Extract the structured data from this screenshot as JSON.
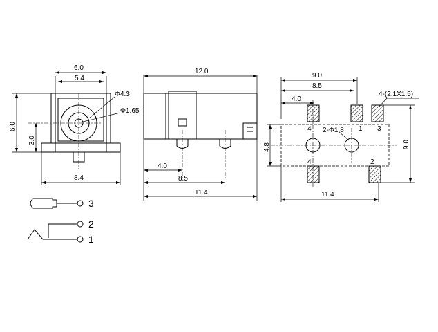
{
  "front_view": {
    "dims": {
      "width_top": "6.0",
      "width_inner": "5.4",
      "hole_outer": "Φ4.3",
      "hole_inner": "Φ1.65",
      "height": "6.0",
      "center_height": "3.0",
      "base_width": "8.4"
    }
  },
  "side_view": {
    "dims": {
      "length": "12.0",
      "pin1_offset": "4.0",
      "pin2_offset": "8.5",
      "base_length": "11.4"
    }
  },
  "footprint": {
    "dims": {
      "span_9": "9.0",
      "span_8_5": "8.5",
      "span_4": "4.0",
      "pad_size": "4-(2.1X1.5)",
      "holes": "2-Φ1.8",
      "height_4_8": "4.8",
      "height_9": "9.0",
      "width_11_4": "11.4"
    },
    "pad_labels": [
      "4",
      "1",
      "3",
      "4",
      "2"
    ]
  },
  "schematic": {
    "pins": [
      "3",
      "2",
      "1"
    ]
  }
}
